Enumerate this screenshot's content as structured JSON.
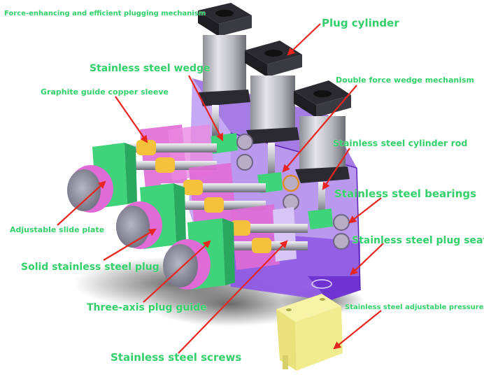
{
  "labels": {
    "title": "Force-enhancing and efficient plugging mechanism",
    "plug_cylinder": "Plug cylinder",
    "wedge": "Stainless steel wedge",
    "double_wedge": "Double force wedge mechanism",
    "graphite_sleeve": "Graphite guide copper sleeve",
    "cylinder_rod": "Stainless steel cylinder rod",
    "bearings": "Stainless steel bearings",
    "slide_plate": "Adjustable slide plate",
    "plug_seat": "Stainless steel plug seat",
    "solid_plug": "Solid stainless steel plug",
    "plug_guide": "Three-axis plug guide",
    "pressure_plate": "Stainless steel adjustable pressure plate",
    "screws": "Stainless steel screws"
  },
  "colors": {
    "label_text": "#33d06a",
    "arrow": "#e8251f",
    "housing": "#a57be8",
    "housing_dark": "#7b3fd6",
    "rail_green": "#3fd47a",
    "plug_pink": "#e06bd6",
    "plug_grey": "#8d8d9c",
    "sleeve_yellow": "#f3c23a",
    "cylinder_dark": "#2a2a30",
    "cylinder_light": "#c9c9cf",
    "pressure_plate": "#f1ec8e"
  }
}
